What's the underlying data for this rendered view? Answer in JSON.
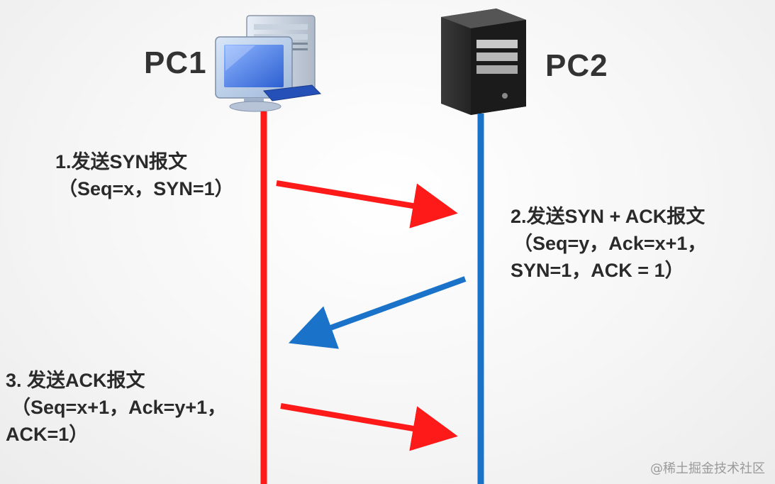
{
  "hosts": {
    "pc1": {
      "label": "PC1",
      "icon": "desktop-computer-icon",
      "line_color": "#ff1a1a"
    },
    "pc2": {
      "label": "PC2",
      "icon": "server-tower-icon",
      "line_color": "#1a73c8"
    }
  },
  "messages": [
    {
      "step": "1",
      "line1": "1.发送SYN报文",
      "line2": "（Seq=x，SYN=1）",
      "line3": "",
      "direction": "PC1 -> PC2",
      "arrow_color": "#ff1a1a"
    },
    {
      "step": "2",
      "line1": "2.发送SYN + ACK报文",
      "line2": "（Seq=y，Ack=x+1，",
      "line3": "SYN=1，ACK = 1）",
      "direction": "PC2 -> PC1",
      "arrow_color": "#1a73c8"
    },
    {
      "step": "3",
      "line1": "3. 发送ACK报文",
      "line2": "（Seq=x+1，Ack=y+1，",
      "line3": "ACK=1）",
      "direction": "PC1 -> PC2",
      "arrow_color": "#ff1a1a"
    }
  ],
  "watermark": "@稀土掘金技术社区"
}
